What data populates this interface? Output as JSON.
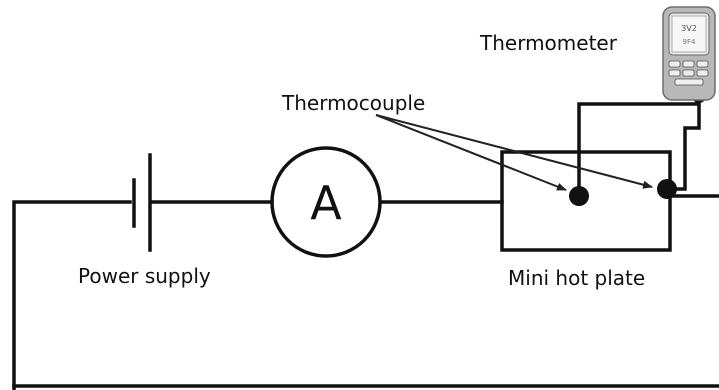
{
  "labels": {
    "thermometer": "Thermometer",
    "thermocouple": "Thermocouple",
    "power_supply": "Power supply",
    "ammeter_symbol": "A",
    "hot_plate": "Mini hot plate"
  },
  "thermometer_display": {
    "line1": "3V2",
    "line2": "9F4"
  },
  "colors": {
    "line": "#111111",
    "background": "#ffffff",
    "device_body": "#b8b8b8"
  },
  "icons": [
    "thermometer-device-icon"
  ]
}
